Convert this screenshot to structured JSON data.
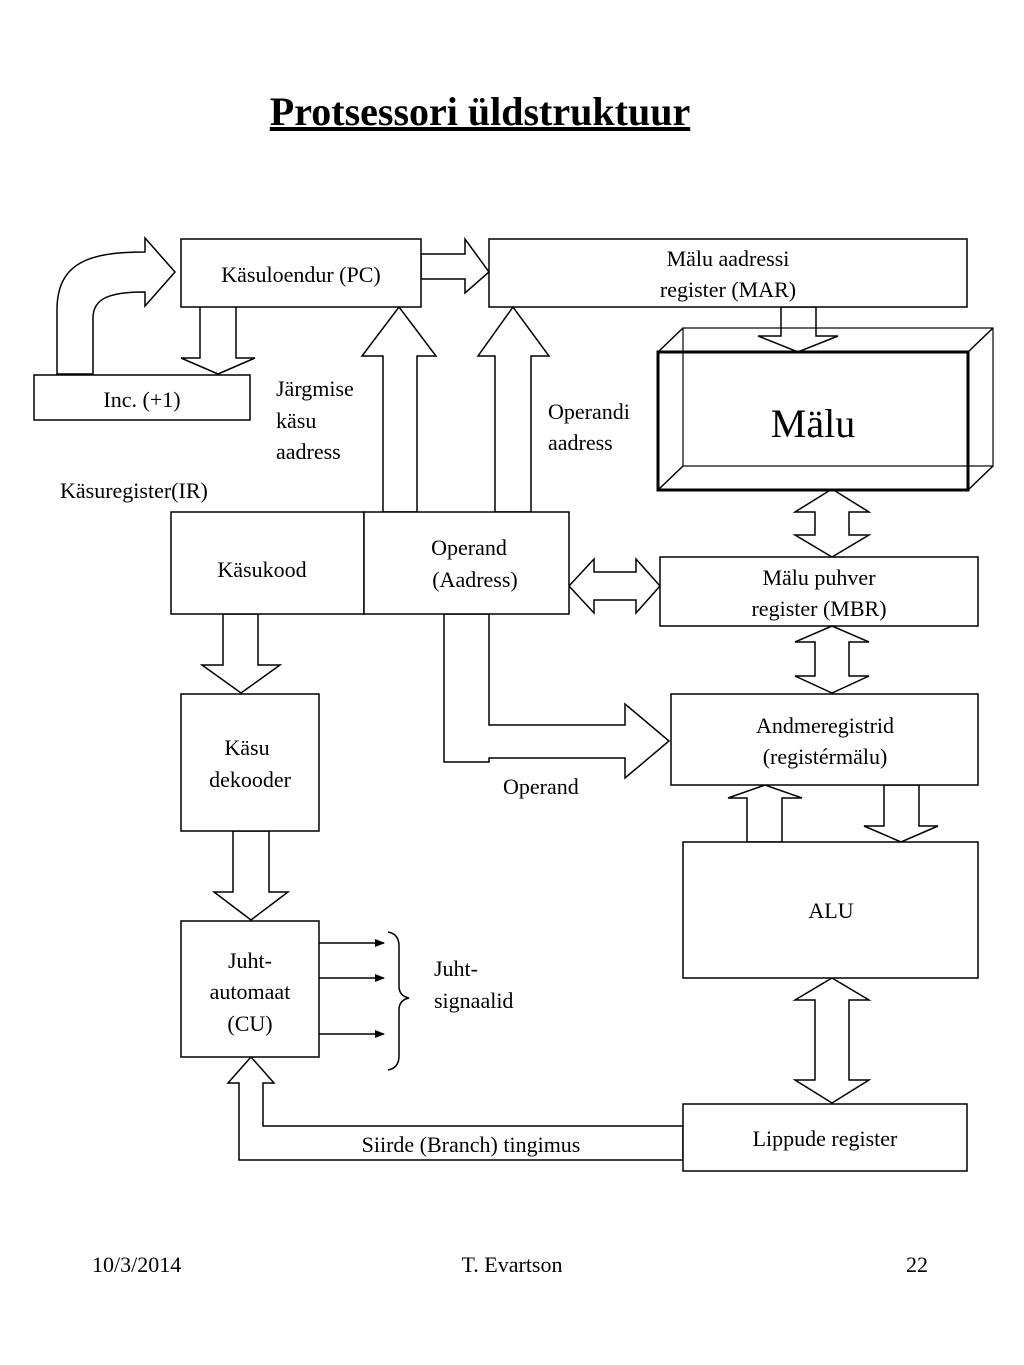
{
  "title": "Protsessori üldstruktuur",
  "blocks": {
    "pc": "Käsuloendur (PC)",
    "mar_1": "Mälu aadressi",
    "mar_2": "register (MAR)",
    "inc": "Inc. (+1)",
    "memory": "Mälu",
    "ir_label": "Käsuregister(IR)",
    "opcode": "Käsukood",
    "operand_1": "Operand",
    "operand_2": "(Aadress)",
    "mbr_1": "Mälu puhver",
    "mbr_2": "register (MBR)",
    "decoder_1": "Käsu",
    "decoder_2": "dekooder",
    "data_regs_1": "Andmeregistrid",
    "data_regs_2": "(registérmälu)",
    "alu": "ALU",
    "cu_1": "Juht-",
    "cu_2": "automaat",
    "cu_3": "(CU)",
    "flags": "Lippude register"
  },
  "labels": {
    "next_addr_1": "Järgmise",
    "next_addr_2": "käsu",
    "next_addr_3": "aadress",
    "operand_addr_1": "Operandi",
    "operand_addr_2": "aadress",
    "operand": "Operand",
    "signals_1": "Juht-",
    "signals_2": "signaalid",
    "branch": "Siirde (Branch) tingimus"
  },
  "footer": {
    "date": "10/3/2014",
    "author": "T. Evartson",
    "page": "22"
  }
}
